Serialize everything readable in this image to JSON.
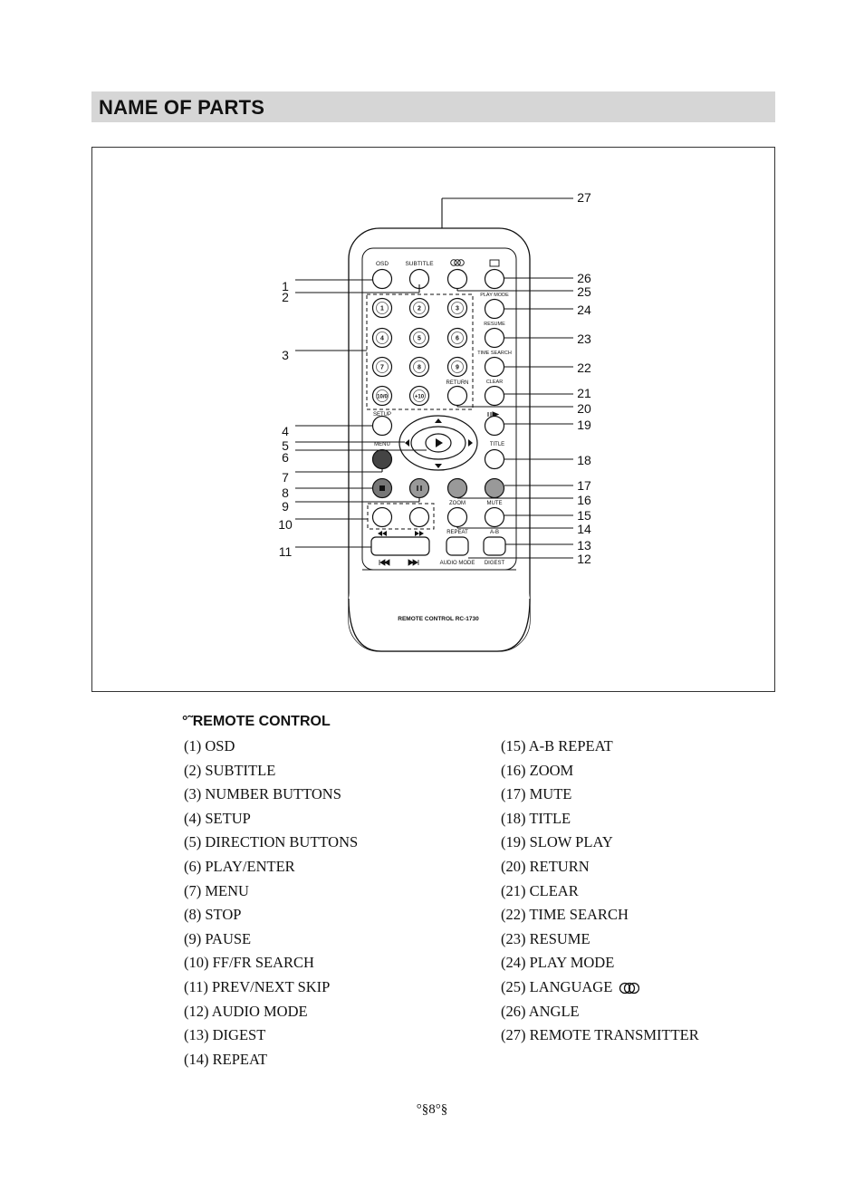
{
  "header": {
    "title": "NAME OF PARTS"
  },
  "remote": {
    "model_label": "REMOTE CONTROL RC-1730",
    "labels": {
      "osd": "OSD",
      "subtitle": "SUBTITLE",
      "play_mode": "PLAY MODE",
      "resume": "RESUME",
      "time_search": "TIME SEARCH",
      "return": "RETURN",
      "clear": "CLEAR",
      "setup": "SETUP",
      "menu": "MENU",
      "title": "TITLE",
      "zoom": "ZOOM",
      "mute": "MUTE",
      "repeat": "REPEAT",
      "ab": "A-B",
      "audio_mode": "AUDIO MODE",
      "digest": "DIGEST"
    },
    "number_keys": [
      "1",
      "2",
      "3",
      "4",
      "5",
      "6",
      "7",
      "8",
      "9",
      "10/0",
      "+10"
    ],
    "callouts_left": [
      "1",
      "2",
      "3",
      "4",
      "5",
      "6",
      "7",
      "8",
      "9",
      "10",
      "11"
    ],
    "callouts_right": [
      "27",
      "26",
      "25",
      "24",
      "23",
      "22",
      "21",
      "20",
      "19",
      "18",
      "17",
      "16",
      "15",
      "14",
      "13",
      "12"
    ]
  },
  "section": {
    "title": "°˜REMOTE CONTROL"
  },
  "parts_left": [
    "(1) OSD",
    "(2) SUBTITLE",
    "(3) NUMBER BUTTONS",
    "(4) SETUP",
    "(5) DIRECTION BUTTONS",
    "(6) PLAY/ENTER",
    "(7) MENU",
    "(8) STOP",
    "(9) PAUSE",
    "(10) FF/FR SEARCH",
    "(11) PREV/NEXT SKIP",
    "(12) AUDIO MODE",
    "(13) DIGEST",
    "(14) REPEAT"
  ],
  "parts_right": [
    "(15) A-B REPEAT",
    "(16) ZOOM",
    "(17) MUTE",
    "(18) TITLE",
    "(19) SLOW PLAY",
    "(20) RETURN",
    "(21) CLEAR",
    "(22) TIME SEARCH",
    "(23) RESUME",
    "(24) PLAY MODE",
    "(25) LANGUAGE",
    "(26) ANGLE",
    "(27) REMOTE TRANSMITTER"
  ],
  "page_number": "°§8°§",
  "icons": [
    "language-icon",
    "angle-icon",
    "slow-play-icon",
    "rewind-icon",
    "fast-forward-icon",
    "prev-skip-icon",
    "next-skip-icon",
    "stop-icon",
    "pause-icon",
    "play-icon"
  ]
}
